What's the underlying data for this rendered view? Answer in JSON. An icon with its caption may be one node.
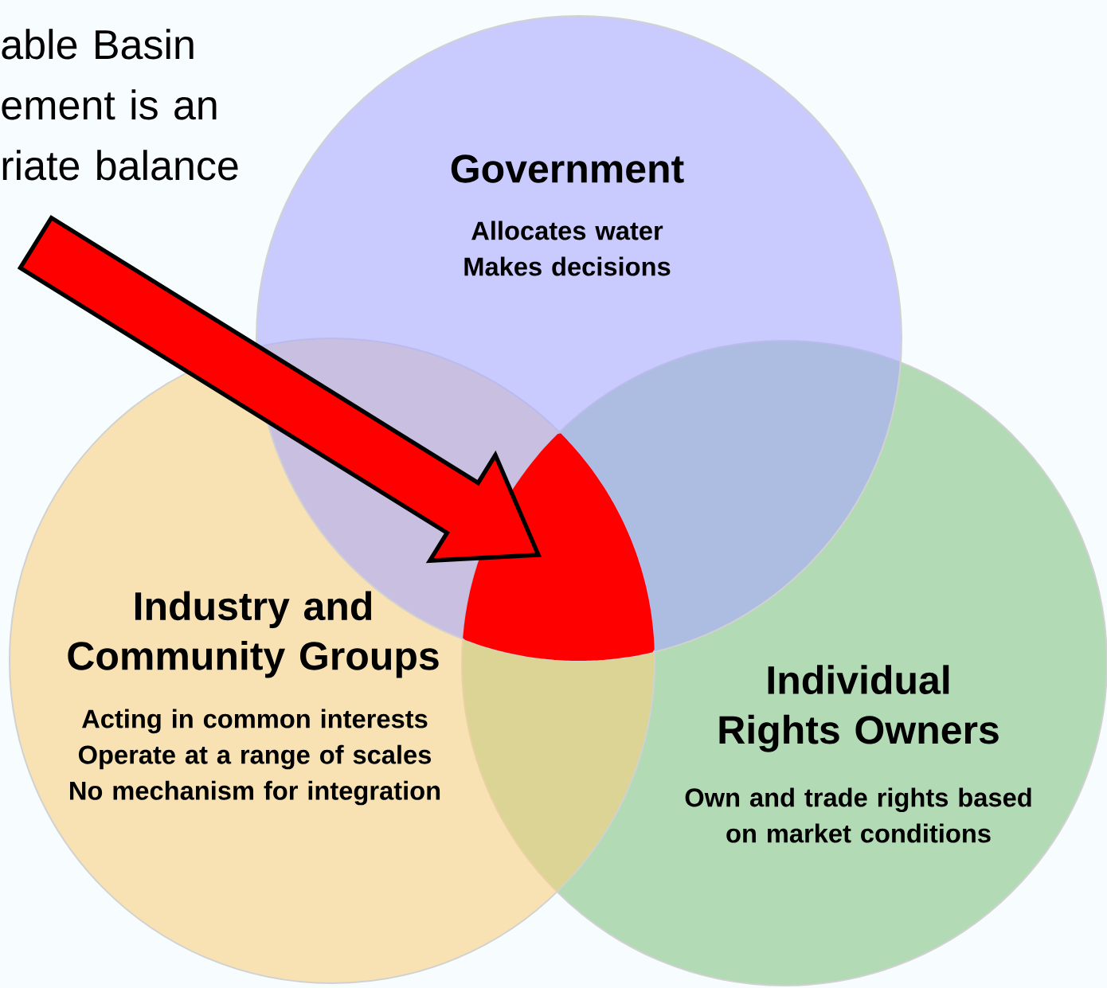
{
  "diagram": {
    "nodes": [
      {
        "text": [
          "able Basin ement is an riate balance"
        ]
      },
      {
        "text": [
          "Government",
          "Allocates water Makes decisions"
        ]
      },
      {
        "text": [
          "Industry and Community Groups",
          "Acting in common interests Operate at a range of scales No mechanism for integration"
        ]
      },
      {
        "text": [
          "Individual Rights Owners",
          "Own and trade rights based on market conditions"
        ]
      },
      {
        "text": [],
        "shape": "region"
      }
    ],
    "edges": [
      {
        "from": 0,
        "to": 4,
        "arrow": "to",
        "style": "thick",
        "color": "#ff0000"
      }
    ]
  }
}
